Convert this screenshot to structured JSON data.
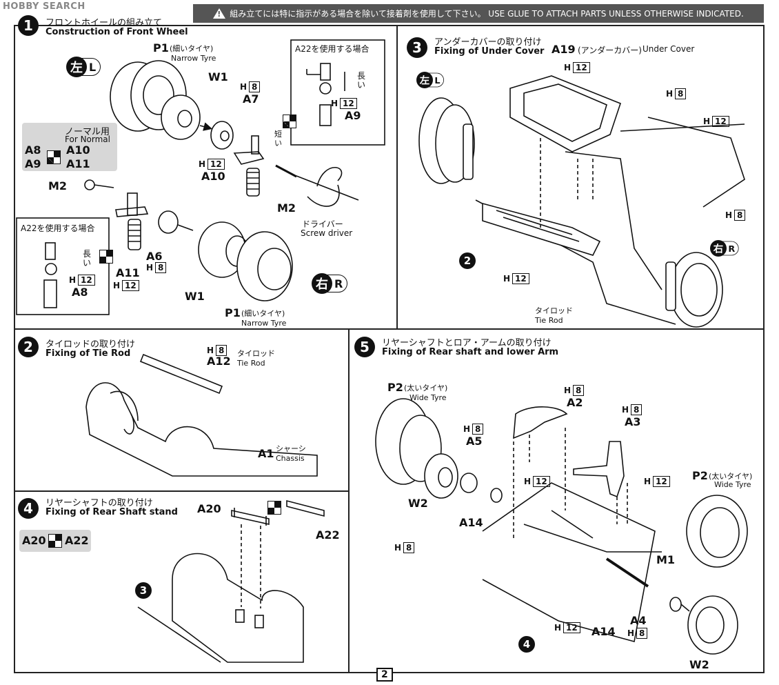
{
  "watermark": "HOBBY SEARCH",
  "glue_notice": "組み立てには特に指示がある場合を除いて接着剤を使用して下さい。 USE GLUE TO ATTACH PARTS UNLESS OTHERWISE INDICATED.",
  "page_number": "2",
  "steps": [
    {
      "num": "1",
      "jp": "フロントホイールの組み立て",
      "en": "Construction of Front Wheel"
    },
    {
      "num": "2",
      "jp": "タイロッドの取り付け",
      "en": "Fixing of Tie Rod"
    },
    {
      "num": "3",
      "jp": "アンダーカバーの取り付け",
      "en": "Fixing of Under Cover"
    },
    {
      "num": "4",
      "jp": "リヤーシャフトの取り付け",
      "en": "Fixing of Rear Shaft stand"
    },
    {
      "num": "5",
      "jp": "リヤーシャフトとロア・アームの取り付け",
      "en": "Fixing of Rear shaft and lower Arm"
    }
  ],
  "step1": {
    "left_kanji": "左",
    "left_letter": "L",
    "right_kanji": "右",
    "right_letter": "R",
    "p1_top": "P1",
    "p1_top_jp": "(細いタイヤ)",
    "p1_top_en": "Narrow Tyre",
    "w1_top": "W1",
    "a7": "A7",
    "h8_a": "8",
    "h12_a": "12",
    "a10": "A10",
    "short_jp": "短い",
    "a22_box_title": "A22を使用する場合",
    "long_jp": "長い",
    "a9": "A9",
    "h12_b": "12",
    "normal_jp": "ノーマル用",
    "normal_en": "For Normal",
    "normal_a8": "A8",
    "normal_a9": "A9",
    "normal_a10": "A10",
    "normal_a11": "A11",
    "m2_left": "M2",
    "m2_right": "M2",
    "driver_jp": "ドライバー",
    "driver_en": "Screw driver",
    "a22_box2_title": "A22を使用する場合",
    "long_jp2": "長い",
    "a8": "A8",
    "h12_c": "12",
    "a11": "A11",
    "h12_d": "12",
    "a6": "A6",
    "h8_b": "8",
    "w1_bottom": "W1",
    "p1_bottom": "P1",
    "p1_bottom_jp": "(細いタイヤ)",
    "p1_bottom_en": "Narrow Tyre"
  },
  "step2": {
    "h8": "8",
    "a12": "A12",
    "tierod_jp": "タイロッド",
    "tierod_en": "Tie Rod",
    "a1": "A1",
    "chassis_jp": "シャーシ",
    "chassis_en": "Chassis"
  },
  "step3": {
    "a19": "A19",
    "under_jp": "(アンダーカバー)",
    "under_en": "Under Cover",
    "h12_a": "12",
    "h8_a": "8",
    "h12_b": "12",
    "h8_b": "8",
    "h12_c": "12",
    "step_ref": "2",
    "tierod_jp": "タイロッド",
    "tierod_en": "Tie Rod",
    "left_kanji": "左",
    "left_letter": "L",
    "right_kanji": "右",
    "right_letter": "R"
  },
  "step4": {
    "a20": "A20",
    "a22": "A22",
    "combo_a20": "A20",
    "combo_a22": "A22",
    "ref3": "3"
  },
  "step5": {
    "p2_left": "P2",
    "p2_left_jp": "(太いタイヤ)",
    "p2_left_en": "Wide Tyre",
    "h8_a2": "8",
    "a2": "A2",
    "h8_a3": "8",
    "a3": "A3",
    "h8_a5": "8",
    "a5": "A5",
    "w2_left": "W2",
    "a14_left": "A14",
    "h12_a": "12",
    "h12_b": "12",
    "h8_c": "8",
    "p2_right": "P2",
    "p2_right_jp": "(太いタイヤ)",
    "p2_right_en": "Wide Tyre",
    "m1": "M1",
    "a4": "A4",
    "h8_a4": "8",
    "w2_right": "W2",
    "ref4": "4",
    "h12_c": "12",
    "a14_bottom": "A14"
  }
}
